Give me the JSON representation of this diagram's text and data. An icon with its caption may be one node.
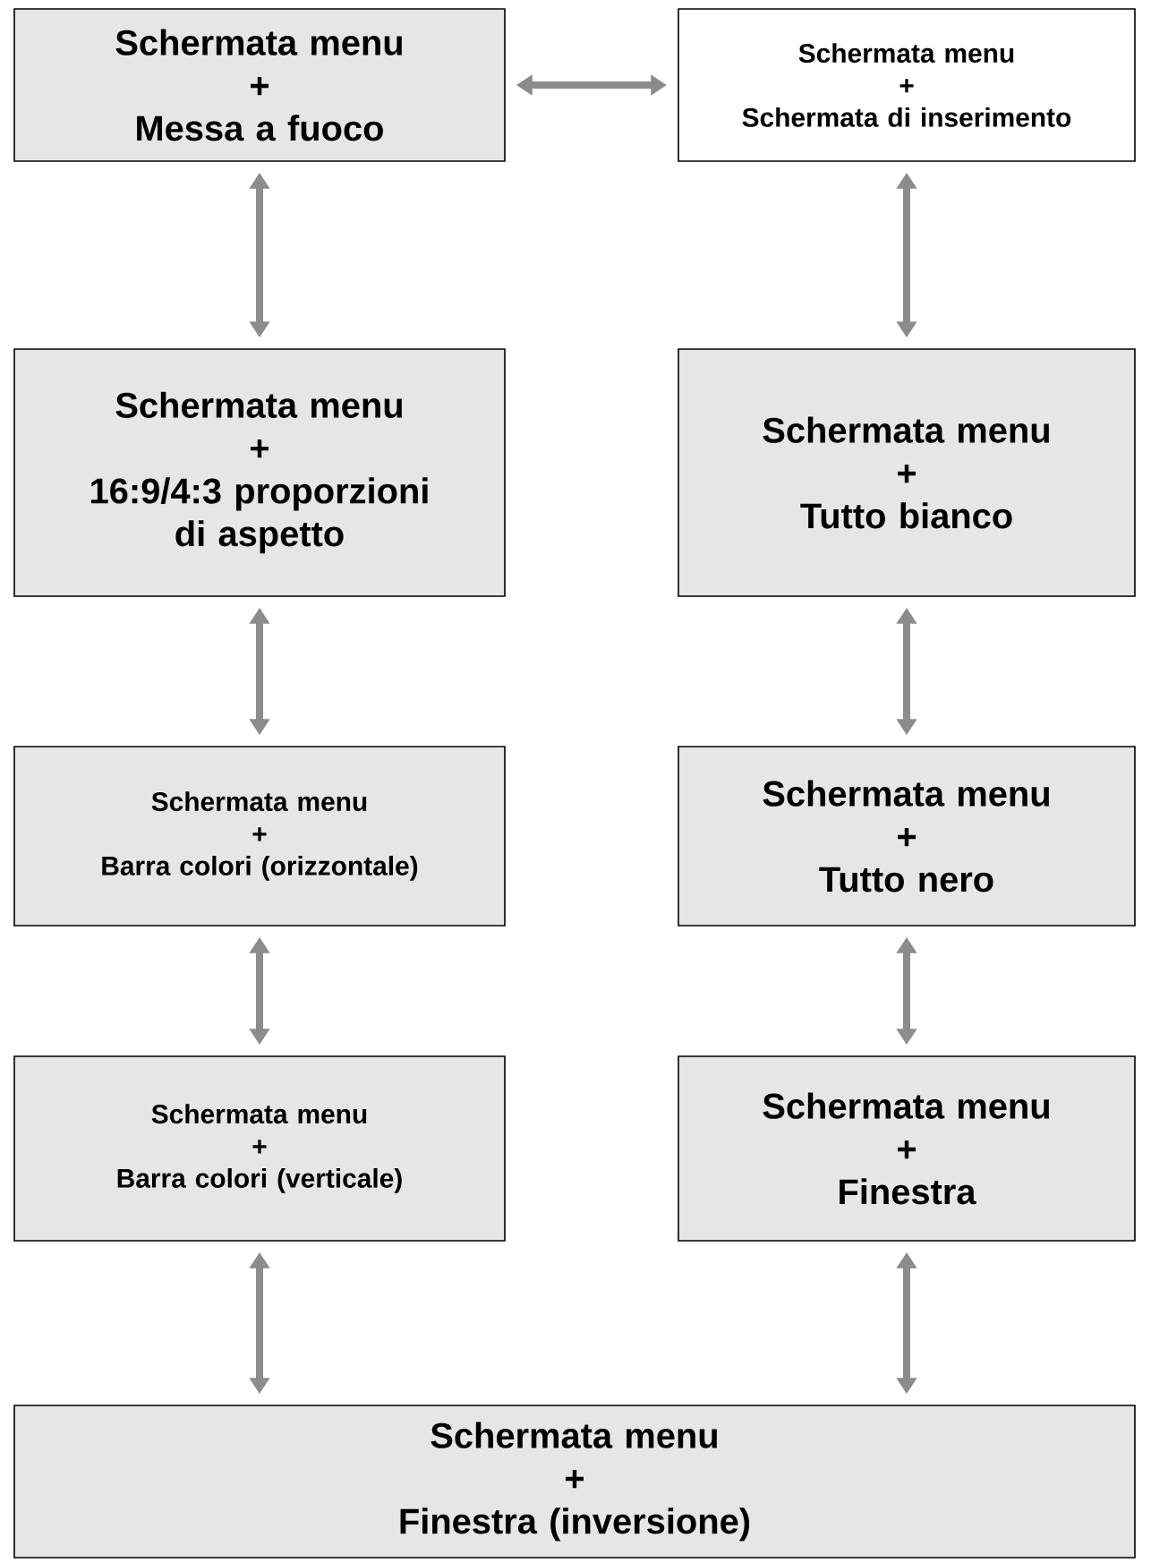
{
  "diagram": {
    "nodes": [
      {
        "text": [
          "Schermata menu",
          "+",
          "Messa a fuoco"
        ]
      },
      {
        "text": [
          "Schermata menu",
          "+",
          "Schermata di inserimento"
        ]
      },
      {
        "text": [
          "Schermata menu",
          "+",
          "16:9/4:3 proporzioni di aspetto"
        ]
      },
      {
        "text": [
          "Schermata menu",
          "+",
          "Tutto bianco"
        ]
      },
      {
        "text": [
          "Schermata menu",
          "+",
          "Barra colori (orizzontale)"
        ]
      },
      {
        "text": [
          "Schermata menu",
          "+",
          "Tutto nero"
        ]
      },
      {
        "text": [
          "Schermata menu",
          "+",
          "Barra colori (verticale)"
        ]
      },
      {
        "text": [
          "Schermata menu",
          "+",
          "Finestra"
        ]
      },
      {
        "text": [
          "Schermata menu",
          "+",
          "Finestra (inversione)"
        ]
      }
    ],
    "edges": [
      {
        "from": 0,
        "to": 1,
        "arrow": "both"
      },
      {
        "from": 0,
        "to": 2,
        "arrow": "both"
      },
      {
        "from": 1,
        "to": 3,
        "arrow": "both"
      },
      {
        "from": 2,
        "to": 4,
        "arrow": "both"
      },
      {
        "from": 3,
        "to": 5,
        "arrow": "both"
      },
      {
        "from": 4,
        "to": 6,
        "arrow": "both"
      },
      {
        "from": 5,
        "to": 7,
        "arrow": "both"
      },
      {
        "from": 6,
        "to": 8,
        "arrow": "both"
      },
      {
        "from": 7,
        "to": 8,
        "arrow": "both"
      }
    ]
  }
}
